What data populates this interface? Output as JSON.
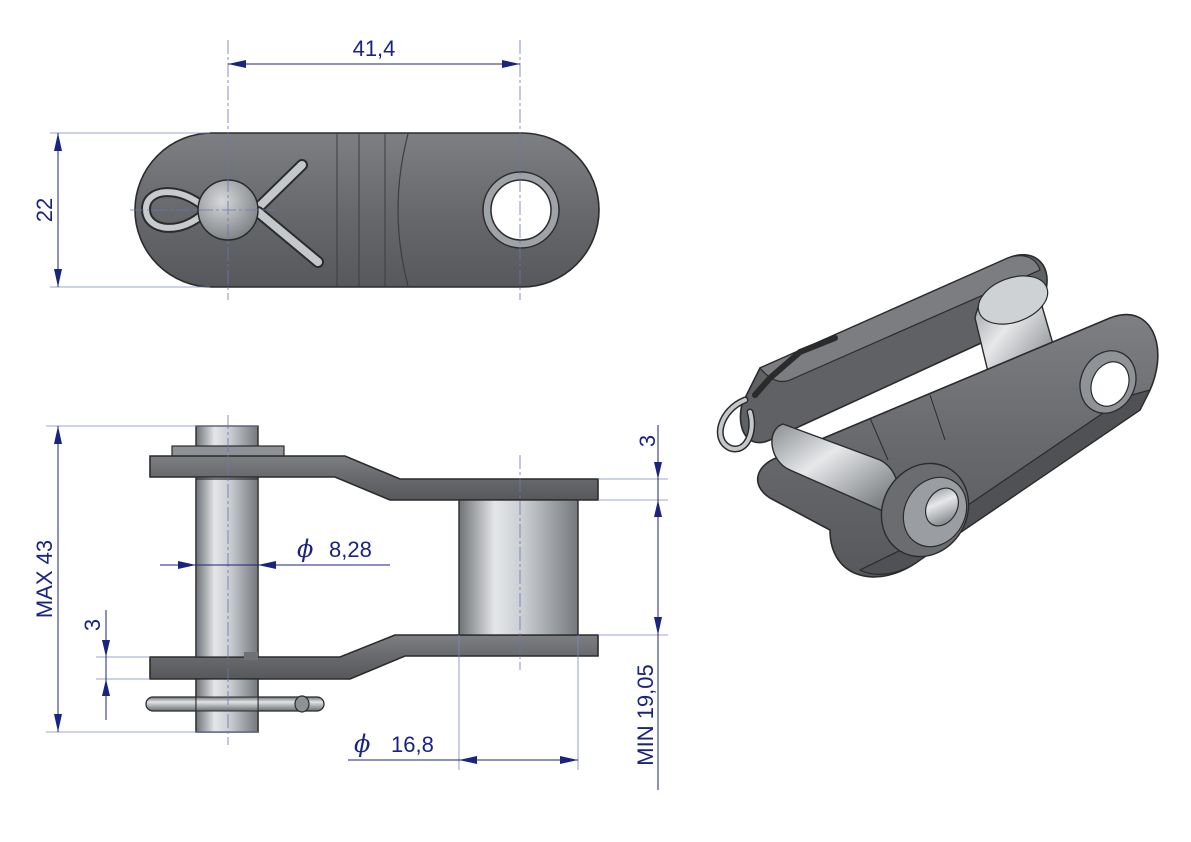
{
  "colors": {
    "dimension": "#1a237e",
    "plate_metal": "#6c6e72",
    "pin_metal": "#b9bcc0",
    "outline": "#2b2b2b"
  },
  "dimensions": {
    "pitch": "41,4",
    "plate_height": "22",
    "max_width": "MAX 43",
    "plate_thickness_top": "3",
    "plate_thickness_bottom": "3",
    "pin_diameter_symbol": "ϕ",
    "pin_diameter": "8,28",
    "roller_diameter_symbol": "ϕ",
    "roller_diameter": "16,8",
    "min_inner_width": "MIN 19,05"
  },
  "views": [
    "top-view",
    "side-section-view",
    "isometric-view"
  ]
}
